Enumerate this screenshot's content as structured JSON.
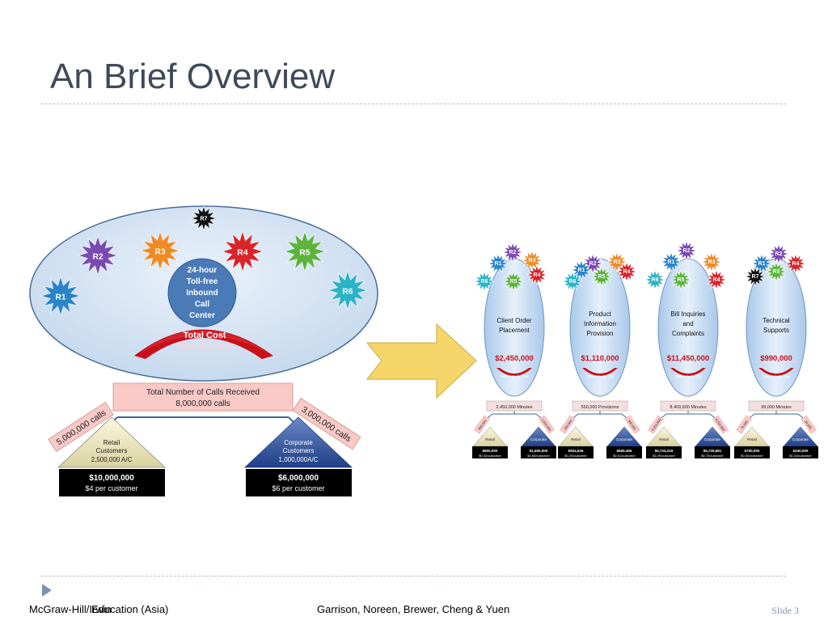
{
  "slide": {
    "title": "An Brief Overview",
    "footer_left_a": "McGraw-Hill/Irwin",
    "footer_left_b": "Education (Asia)",
    "footer_center": "Garrison, Noreen, Brewer, Cheng & Yuen",
    "footer_right": "Slide 3"
  },
  "left": {
    "resources": [
      "R1",
      "R2",
      "R3",
      "R4",
      "R5",
      "R6",
      "R7"
    ],
    "center_label": [
      "24-hour",
      "Toll-free",
      "Inbound",
      "Call",
      "Center"
    ],
    "total_cost_label": "Total Cost",
    "total_cost_value": "$16,000,000",
    "calls_title": "Total Number of Calls Received",
    "calls_value": "8,000,000 calls",
    "retail_calls": "5,000,000 calls",
    "corporate_calls": "3,000,000 calls",
    "retail": {
      "title": [
        "Retail",
        "Customers"
      ],
      "count": "2,500,000 A/C",
      "cost": "$10,000,000",
      "per": "$4 per customer"
    },
    "corporate": {
      "title": [
        "Corporate",
        "Customers"
      ],
      "count": "1,000,000A/C",
      "cost": "$6,000,000",
      "per": "$6 per customer"
    }
  },
  "activities": [
    {
      "name": [
        "Client Order",
        "Placement"
      ],
      "cost": "$2,450,000",
      "tag": "Total Activity Cost",
      "driver": "2,450,000 Minutes",
      "left_qty": "800,000",
      "right_qty": "1,650,000",
      "retail": [
        "$800,000",
        "$0.32/customer"
      ],
      "corp": [
        "$1,650,000",
        "$1.65/customer"
      ],
      "stars": [
        "R2",
        "R3",
        "R1",
        "R4",
        "R6",
        "R5"
      ]
    },
    {
      "name": [
        "Product",
        "Information",
        "Provision"
      ],
      "cost": "$1,110,000",
      "tag": "Total Activity Cost",
      "driver": "550,000 Provisions",
      "left_qty": "250,000",
      "right_qty": "300,000",
      "retail": [
        "$504,545",
        "$0.20/customer"
      ],
      "corp": [
        "$605,455",
        "$0.61/customer"
      ],
      "stars": [
        "R2",
        "R3",
        "R1",
        "R5",
        "R4",
        "R6"
      ]
    },
    {
      "name": [
        "Bill Inquiries",
        "and",
        "Complaints"
      ],
      "cost": "$11,450,000",
      "tag": "Total Activity Cost",
      "driver": "8,409,600 Minutes",
      "left_qty": "4,204,800",
      "right_qty": "4,204,800",
      "retail": [
        "$5,724,319",
        "$2.29/customer"
      ],
      "corp": [
        "$5,725,681",
        "$5.73/customer"
      ],
      "stars": [
        "R2",
        "R1",
        "R3",
        "R6",
        "R5",
        "R4"
      ]
    },
    {
      "name": [
        "Technical",
        "Supports"
      ],
      "cost": "$990,000",
      "tag": "Total Activity Cost",
      "driver": "99,000 Minutes",
      "left_qty": "75,000",
      "right_qty": "24,000",
      "retail": [
        "$750,000",
        "$0.30/customer"
      ],
      "corp": [
        "$240,000",
        "$0.24/customer"
      ],
      "stars": [
        "R2",
        "R1",
        "R4",
        "R7",
        "R5"
      ]
    }
  ],
  "mini_labels": {
    "retail": "Retail",
    "corporate": "Corporate"
  },
  "colors": {
    "title": "#3e4a5b",
    "ellipse_fill": "#d6e5f4",
    "ellipse_stroke": "#5a7fa8",
    "center_fill": "#4a7bb7",
    "cost_red": "#c8101a",
    "arrow_yellow": "#f6d66a",
    "pink_box": "#f8c9c6",
    "R1": "#2b84c9",
    "R2": "#7b4ab0",
    "R3": "#f08a24",
    "R4": "#d9242a",
    "R5": "#5db33c",
    "R6": "#2bb3c7",
    "R7": "#111111"
  }
}
